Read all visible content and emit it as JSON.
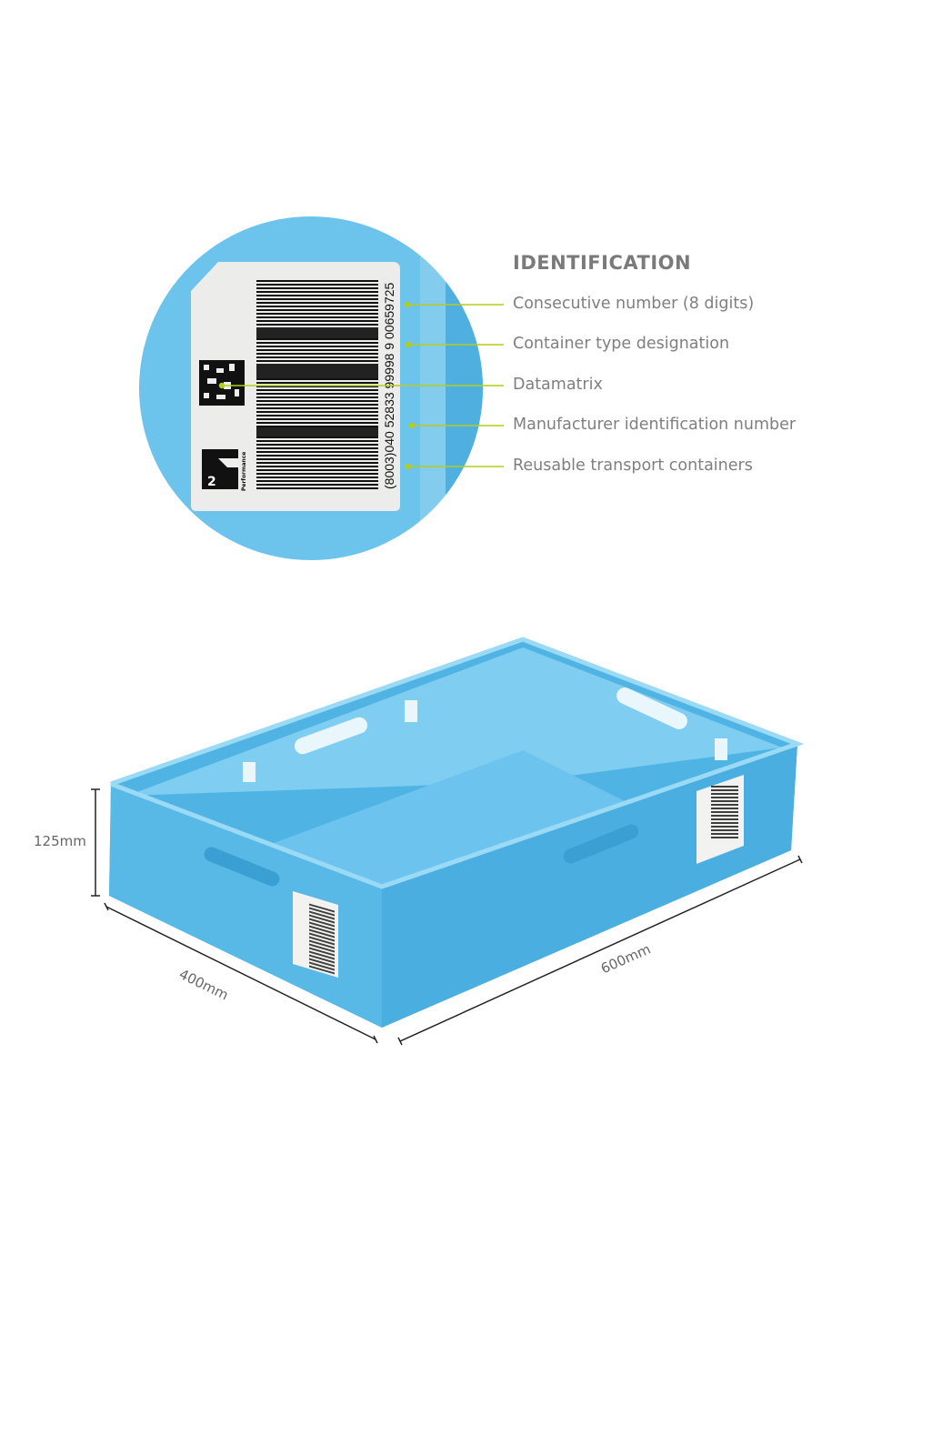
{
  "identification": {
    "title": "IDENTIFICATION",
    "callouts": [
      "Consecutive number (8 digits)",
      "Container type designation",
      "Datamatrix",
      "Manufacturer identification number",
      "Reusable transport containers"
    ]
  },
  "label": {
    "barcode_text": "(8003)040 52833 99998 9 00659725",
    "logo_text": "2",
    "logo_subtext": "Performance"
  },
  "dimensions": {
    "height": "125mm",
    "width": "400mm",
    "length": "600mm"
  },
  "colors": {
    "crate": "#5bbbe8",
    "callout_line": "#b5cc1a",
    "text": "#7f7f7f"
  }
}
